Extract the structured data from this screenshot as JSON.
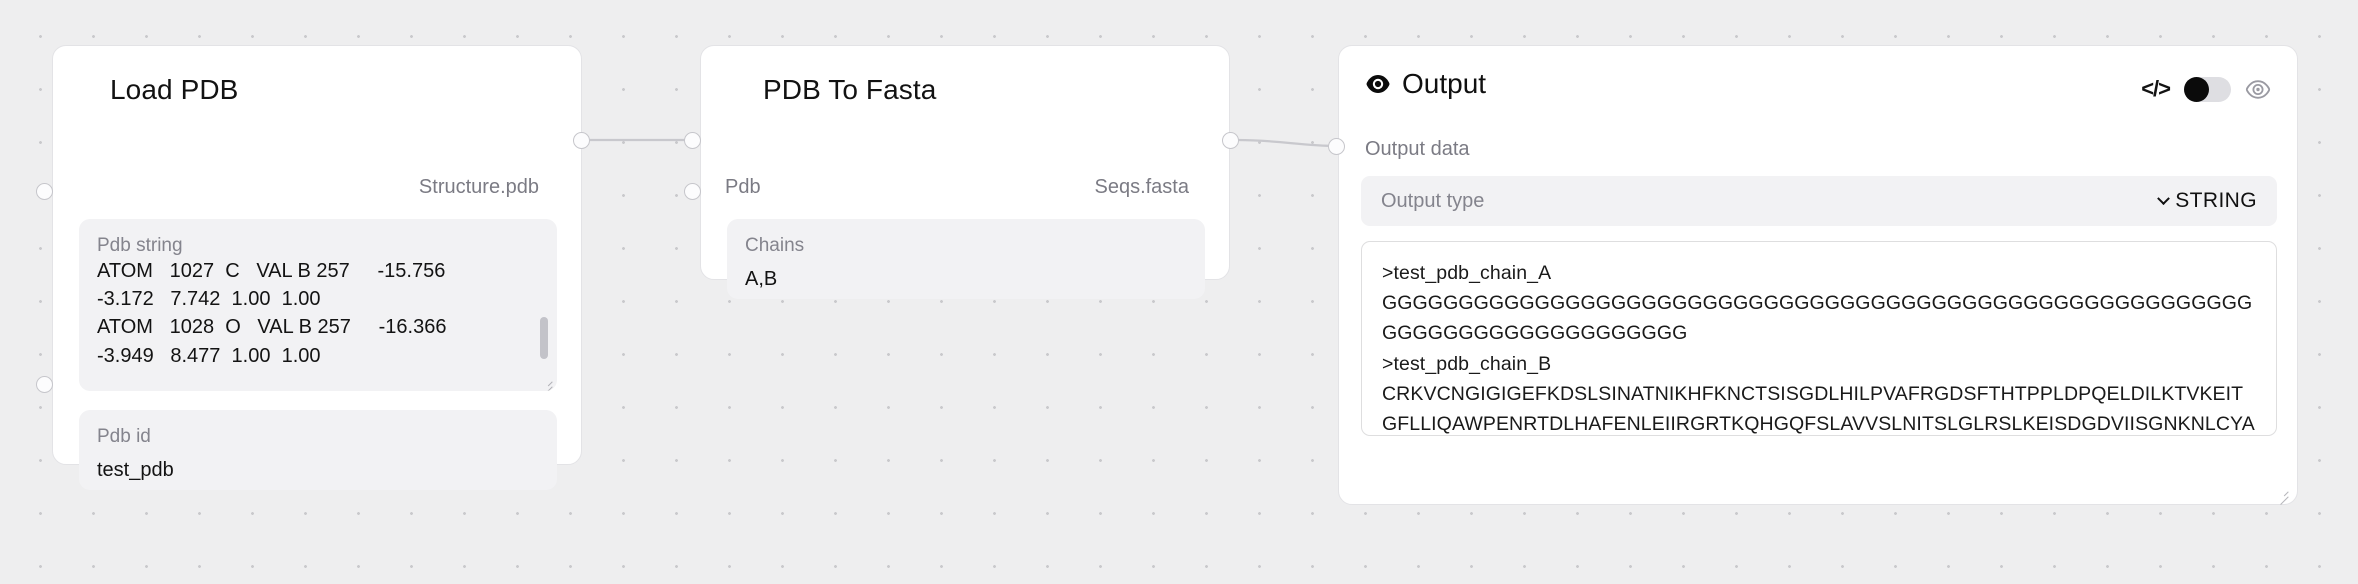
{
  "canvas": {
    "background": "#eeeeef",
    "dot_color": "#c9c9cc"
  },
  "nodes": [
    {
      "id": "load-pdb",
      "title": "Load PDB",
      "output_port_label": "Structure.pdb",
      "fields": [
        {
          "label": "Pdb string",
          "value": "ATOM   1027  C   VAL B 257     -15.756\n-3.172   7.742  1.00  1.00\nATOM   1028  O   VAL B 257     -16.366\n-3.949   8.477  1.00  1.00"
        },
        {
          "label": "Pdb id",
          "value": "test_pdb"
        }
      ]
    },
    {
      "id": "pdb-to-fasta",
      "title": "PDB To Fasta",
      "input_port_label": "Pdb",
      "output_port_label": "Seqs.fasta",
      "fields": [
        {
          "label": "Chains",
          "value": "A,B"
        }
      ]
    }
  ],
  "output_panel": {
    "title": "Output",
    "eye_icon": "eye-icon",
    "code_icon": "</>",
    "preview_icon": "eye-outline-icon",
    "toggle_state": "off",
    "input_port_label": "Output data",
    "select": {
      "label": "Output type",
      "value": "STRING",
      "chevron": "chevron-down-icon"
    },
    "content": ">test_pdb_chain_A\nGGGGGGGGGGGGGGGGGGGGGGGGGGGGGGGGGGGGGGGGGGGGGGGGGGGGGGGGGGGGGGGGGGGGGGGGGGGGG\n>test_pdb_chain_B\nCRKVCNGIGIGEFKDSLSINATNIKHFKNCTSISGDLHILPVAFRGDSFTHTPPLDPQELDILKTVKEITGFLLIQAWPENRTDLHAFENLEIIRGRTKQHGQFSLAVVSLNITSLGLRSLKEISDGDVIISGNKNLCYANTINWKKLFGTSGQKTKIISNRGENSCKATGQVCHALCSPEGCWGPEPRDCV"
  }
}
